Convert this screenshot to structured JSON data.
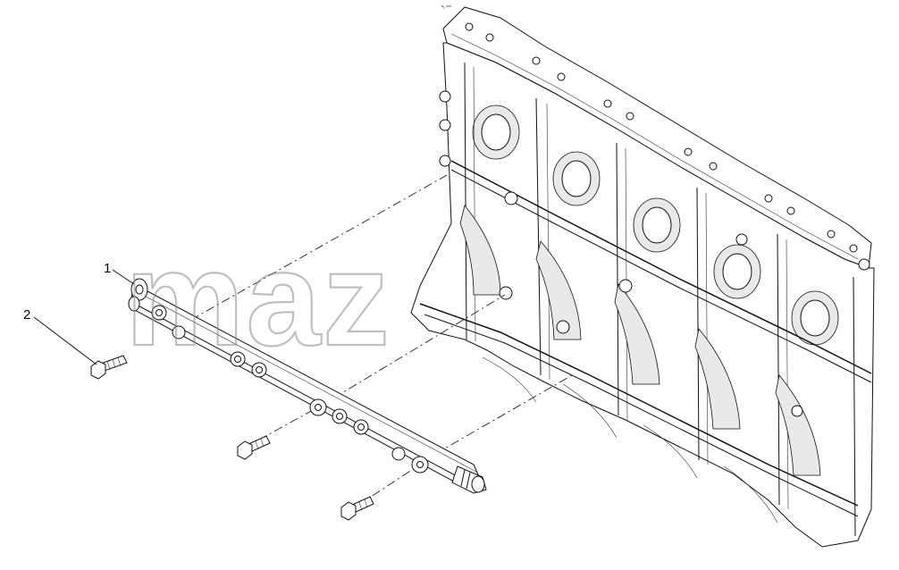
{
  "diagram": {
    "callouts": [
      {
        "number": "1",
        "part": "fuel-rail"
      },
      {
        "number": "2",
        "part": "bolt"
      }
    ],
    "corner_mark": "ᵃ₀ ᵒᵒᵒ",
    "watermark": "maz",
    "colors": {
      "line": "#111111",
      "background": "#ffffff",
      "watermark": "#8c8c8c"
    }
  }
}
